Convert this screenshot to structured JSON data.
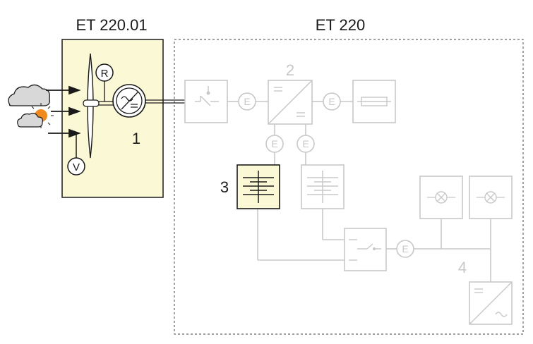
{
  "headings": {
    "module": "ET 220.01",
    "system": "ET 220"
  },
  "numbers": {
    "n1": "1",
    "n2": "2",
    "n3": "3",
    "n4": "4"
  },
  "sensors": {
    "rpm": "R",
    "wind_speed": "V",
    "energy_meter": "E"
  },
  "colors": {
    "module_fill": "#fbf8d6",
    "highlight_fill": "#fbf8d6",
    "line_dark": "#1a1a1a",
    "line_grey": "#c8c8c8",
    "sun": "#f08a1c",
    "cloud_fill": "#d8d8d8"
  },
  "icons": [
    "cloud-icon",
    "sun-cloud-icon",
    "wind-arrow-icon",
    "rotor-icon",
    "generator-icon",
    "switch-icon",
    "converter-icon",
    "heater-icon",
    "battery-icon",
    "lamp-icon",
    "inverter-icon"
  ]
}
